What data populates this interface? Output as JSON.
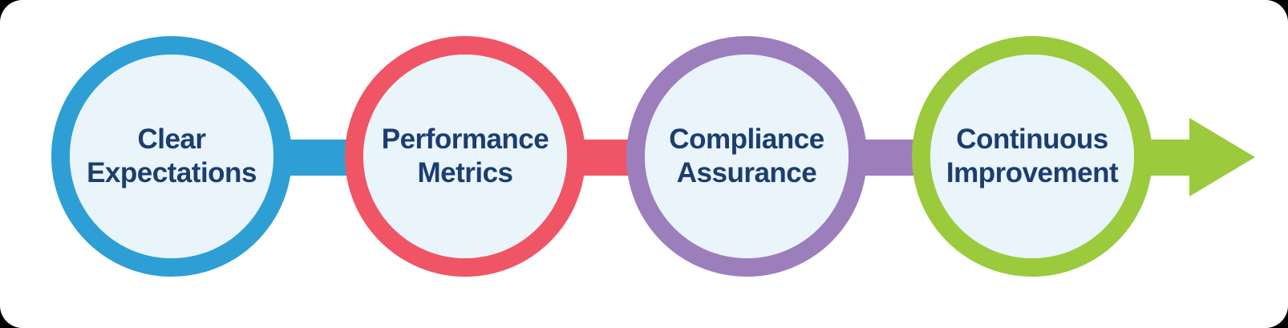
{
  "theme": {
    "page_background": "#000000",
    "card_background": "#FFFFFF",
    "circle_fill": "#E9F4FB",
    "label_color": "#1C3D6E"
  },
  "steps": [
    {
      "label": "Clear Expectations",
      "color": "#2E9FD4"
    },
    {
      "label": "Performance Metrics",
      "color": "#EF5565"
    },
    {
      "label": "Compliance Assurance",
      "color": "#9C7EBD"
    },
    {
      "label": "Continuous Improvement",
      "color": "#9BCA3C"
    }
  ],
  "arrow": {
    "color": "#9BCA3C",
    "direction": "right",
    "name": "flow-arrow"
  }
}
